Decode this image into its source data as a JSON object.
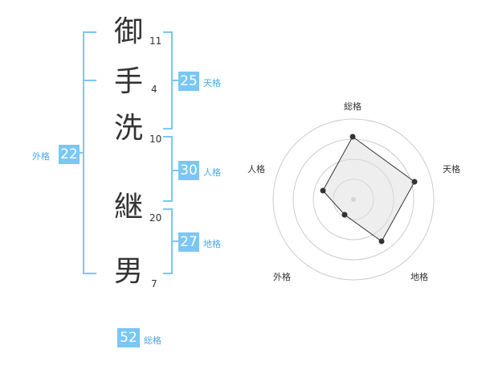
{
  "name": {
    "characters": [
      {
        "char": "御",
        "strokes": "11"
      },
      {
        "char": "手",
        "strokes": "4"
      },
      {
        "char": "洗",
        "strokes": "10"
      },
      {
        "char": "継",
        "strokes": "20"
      },
      {
        "char": "男",
        "strokes": "7"
      }
    ]
  },
  "fortune": {
    "tenkaku": {
      "value": "25",
      "label": "天格"
    },
    "jinkaku": {
      "value": "30",
      "label": "人格"
    },
    "chikaku": {
      "value": "27",
      "label": "地格"
    },
    "gaikaku": {
      "value": "22",
      "label": "外格"
    },
    "soukaku": {
      "value": "52",
      "label": "総格"
    }
  },
  "radar": {
    "labels": {
      "top": "総格",
      "right": "天格",
      "bottom_right": "地格",
      "bottom_left": "外格",
      "left": "人格"
    }
  },
  "colors": {
    "accent": "#7ac7f5",
    "label": "#4aa8e8",
    "bracket": "#7ac7f5"
  }
}
